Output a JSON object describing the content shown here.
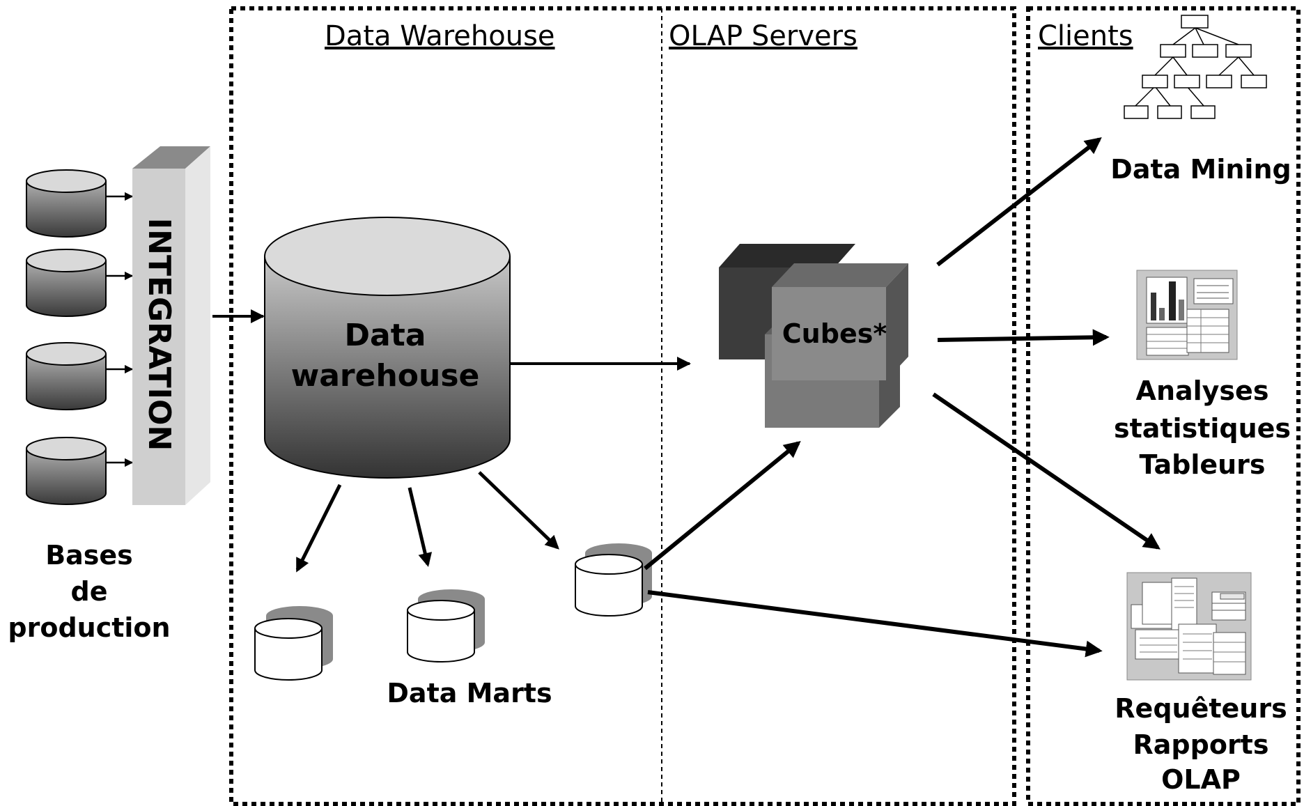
{
  "sections": {
    "data_warehouse": "Data Warehouse",
    "olap_servers": "OLAP Servers",
    "clients": "Clients"
  },
  "sources": {
    "integration_label": "INTEGRATION",
    "caption": [
      "Bases",
      "de",
      "production"
    ]
  },
  "warehouse": {
    "label_line1": "Data",
    "label_line2": "warehouse"
  },
  "marts": {
    "caption": "Data Marts"
  },
  "cubes": {
    "label": "Cubes*"
  },
  "client_tools": {
    "data_mining": "Data Mining",
    "stats": [
      "Analyses",
      "statistiques",
      "Tableurs"
    ],
    "reports": [
      "Requêteurs",
      "Rapports",
      "OLAP"
    ]
  },
  "colors": {
    "background": "#ffffff",
    "ink": "#000000",
    "cylinder_top": "#d9d9d9",
    "cylinder_dark": "#3a3a3a",
    "cube_dark": "#3c3c3c",
    "cube_mid": "#7a7a7a",
    "integration_face": "#d0d0d0"
  }
}
